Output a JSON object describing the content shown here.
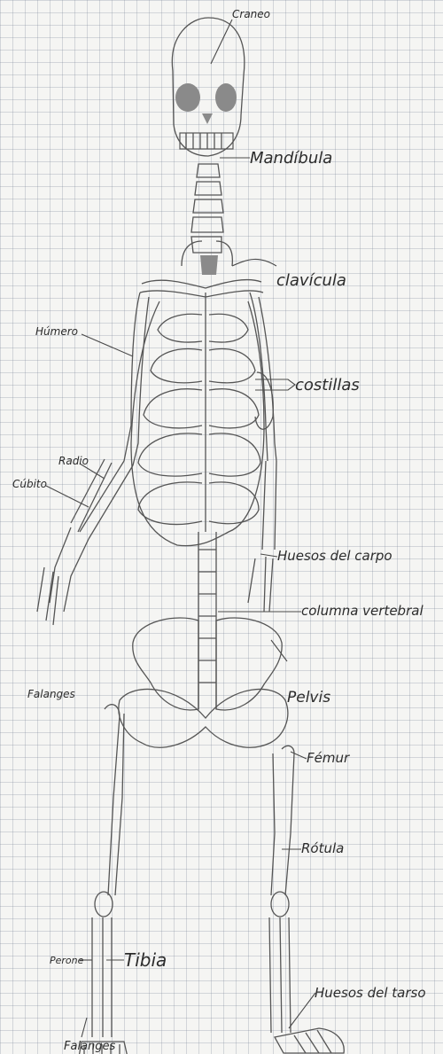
{
  "labels": {
    "craneo": "Craneo",
    "mandibula": "Mandíbula",
    "clavicula": "clavícula",
    "humero": "Húmero",
    "costillas": "costillas",
    "radio": "Radio",
    "cubito": "Cúbito",
    "carpo": "Huesos del carpo",
    "columna": "columna vertebral",
    "falanges_mano": "Falanges",
    "pelvis": "Pelvis",
    "femur": "Fémur",
    "rotula": "Rótula",
    "perone": "Perone",
    "tibia": "Tibia",
    "tarso": "Huesos del tarso",
    "falanges_pie": "Falanges"
  }
}
